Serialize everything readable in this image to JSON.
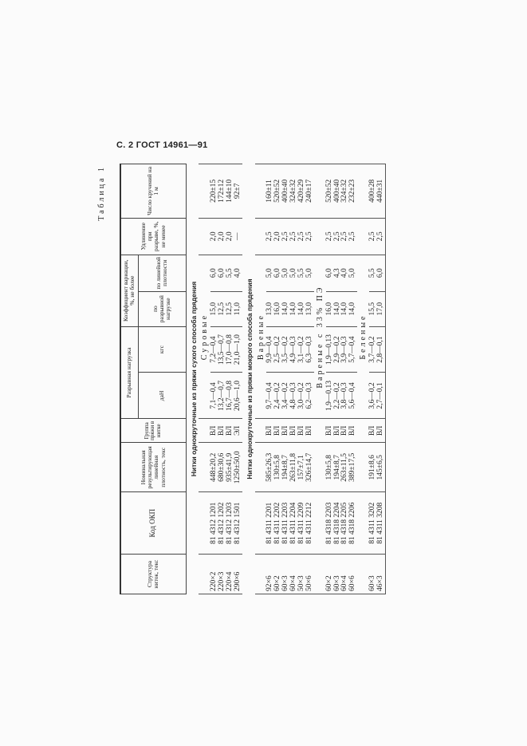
{
  "page_header": "С. 2 ГОСТ 14961—91",
  "table": {
    "label": "Таблица 1",
    "headers": {
      "structure": "Структура ниток, текс",
      "okp_code": "Код ОКП",
      "linear_density": "Номинальная результирующая линейная плотность, текс",
      "yarn_group": "Группа пряжи в нитке",
      "breaking_load": "Разрывная нагрузка",
      "breaking_load_dan": "даН",
      "breaking_load_kgf": "кгс",
      "variation_coef": "Коэффициент вариации, %, не более",
      "var_breaking": "по разрывной нагрузке",
      "var_density": "по линейной плотности",
      "elongation": "Удлинение при разрыве, %, не менее",
      "twists": "Число кручений на 1 м"
    },
    "sections": [
      {
        "title": "Нитки однокруточные из пряжи сухого способа прядения",
        "subtitle": "Суровые",
        "rows": [
          {
            "structure": "220×2",
            "okp": "81 4312 1201",
            "density": "448±20,2",
            "group": "ВЛ",
            "dan": "7,1—0,4",
            "kgf": "7,2—0,4",
            "var_load": "15,0",
            "var_dens": "6,0",
            "elong": "2,0",
            "twists": "220±15"
          },
          {
            "structure": "220×3",
            "okp": "81 4312 1202",
            "density": "680±30,6",
            "group": "ВЛ",
            "dan": "13,2—0,7",
            "kgf": "13,5—0,7",
            "var_load": "12,5",
            "var_dens": "6,0",
            "elong": "2,0",
            "twists": "172±12"
          },
          {
            "structure": "220×4",
            "okp": "81 4312 1203",
            "density": "935±41,9",
            "group": "ВЛ",
            "dan": "16,7—0,8",
            "kgf": "17,0—0,8",
            "var_load": "12,5",
            "var_dens": "5,5",
            "elong": "2,0",
            "twists": "144±10"
          },
          {
            "structure": "290×6",
            "okp": "81 4312 1501",
            "density": "1250±50,0",
            "group": "ЭЛ",
            "dan": "20,6—1,0",
            "kgf": "21,0—1,0",
            "var_load": "11,0",
            "var_dens": "4,0",
            "elong": "—",
            "twists": "92±7"
          }
        ]
      },
      {
        "title": "Нитки однокруточные из пряжи мокрого способа прядения",
        "subtitle": "Вареные",
        "rows": [
          {
            "structure": "92×6",
            "okp": "81 4311 2201",
            "density": "585±26,3",
            "group": "ВЛ",
            "dan": "9,7—0,4",
            "kgf": "9,9—0,4",
            "var_load": "13,0",
            "var_dens": "5,0",
            "elong": "2,5",
            "twists": "160±11"
          },
          {
            "structure": "60×2",
            "okp": "81 4311 2202",
            "density": "130±5,8",
            "group": "ВЛ",
            "dan": "2,4—0,2",
            "kgf": "2,5—0,2",
            "var_load": "16,0",
            "var_dens": "6,0",
            "elong": "2,0",
            "twists": "520±52"
          },
          {
            "structure": "60×3",
            "okp": "81 4311 2203",
            "density": "194±8,7",
            "group": "ВЛ",
            "dan": "3,4—0,2",
            "kgf": "3,5—0,2",
            "var_load": "14,0",
            "var_dens": "5,0",
            "elong": "2,5",
            "twists": "400±40"
          },
          {
            "structure": "60×4",
            "okp": "81 4311 2204",
            "density": "263±11,8",
            "group": "ВЛ",
            "dan": "4,8—0,3",
            "kgf": "4,9—0,3",
            "var_load": "14,0",
            "var_dens": "5,0",
            "elong": "2,5",
            "twists": "324±32"
          },
          {
            "structure": "50×3",
            "okp": "81 4311 2209",
            "density": "157±7,1",
            "group": "ВЛ",
            "dan": "3,0—0,2",
            "kgf": "3,1—0,2",
            "var_load": "14,0",
            "var_dens": "5,5",
            "elong": "2,5",
            "twists": "420±29"
          },
          {
            "structure": "50×6",
            "okp": "81 4311 2212",
            "density": "326±14,7",
            "group": "ВЛ",
            "dan": "6,2—0,3",
            "kgf": "6,3—0,3",
            "var_load": "13,0",
            "var_dens": "5,0",
            "elong": "2,5",
            "twists": "240±17"
          }
        ]
      },
      {
        "title": "",
        "subtitle": "Вареные с 33% ПЭ",
        "rows": [
          {
            "structure": "60×2",
            "okp": "81 4318 2203",
            "density": "130±5,8",
            "group": "ВЛ",
            "dan": "1,9—0,13",
            "kgf": "1,9—0,13",
            "var_load": "16,0",
            "var_dens": "6,0",
            "elong": "2,5",
            "twists": "520±52"
          },
          {
            "structure": "60×3",
            "okp": "81 4318 2204",
            "density": "194±8,7",
            "group": "ВЛ",
            "dan": "2,2—0,2",
            "kgf": "2,9—0,2",
            "var_load": "14,0",
            "var_dens": "4,3",
            "elong": "2,5",
            "twists": "400±40"
          },
          {
            "structure": "60×4",
            "okp": "81 4318 2205",
            "density": "263±11,5",
            "group": "ВЛ",
            "dan": "3,8—0,3",
            "kgf": "3,9—0,3",
            "var_load": "14,0",
            "var_dens": "4,0",
            "elong": "2,5",
            "twists": "324±32"
          },
          {
            "structure": "60×6",
            "okp": "81 4318 2206",
            "density": "389±17,5",
            "group": "ВЛ",
            "dan": "5,6—0,4",
            "kgf": "5,7—0,4",
            "var_load": "14,0",
            "var_dens": "5,0",
            "elong": "2,5",
            "twists": "232±23"
          }
        ]
      },
      {
        "title": "",
        "subtitle": "Беленые",
        "rows": [
          {
            "structure": "60×3",
            "okp": "81 4311 3202",
            "density": "191±8,6",
            "group": "ВЛ",
            "dan": "3,6—0,2",
            "kgf": "3,7—0,2",
            "var_load": "15,5",
            "var_dens": "5,5",
            "elong": "2,5",
            "twists": "400±28"
          },
          {
            "structure": "46×3",
            "okp": "81 4311 3208",
            "density": "145±6,5",
            "group": "ВЛ",
            "dan": "2,7—0,1",
            "kgf": "2,8—0,1",
            "var_load": "17,0",
            "var_dens": "6,0",
            "elong": "2,5",
            "twists": "440±31"
          }
        ]
      }
    ]
  }
}
